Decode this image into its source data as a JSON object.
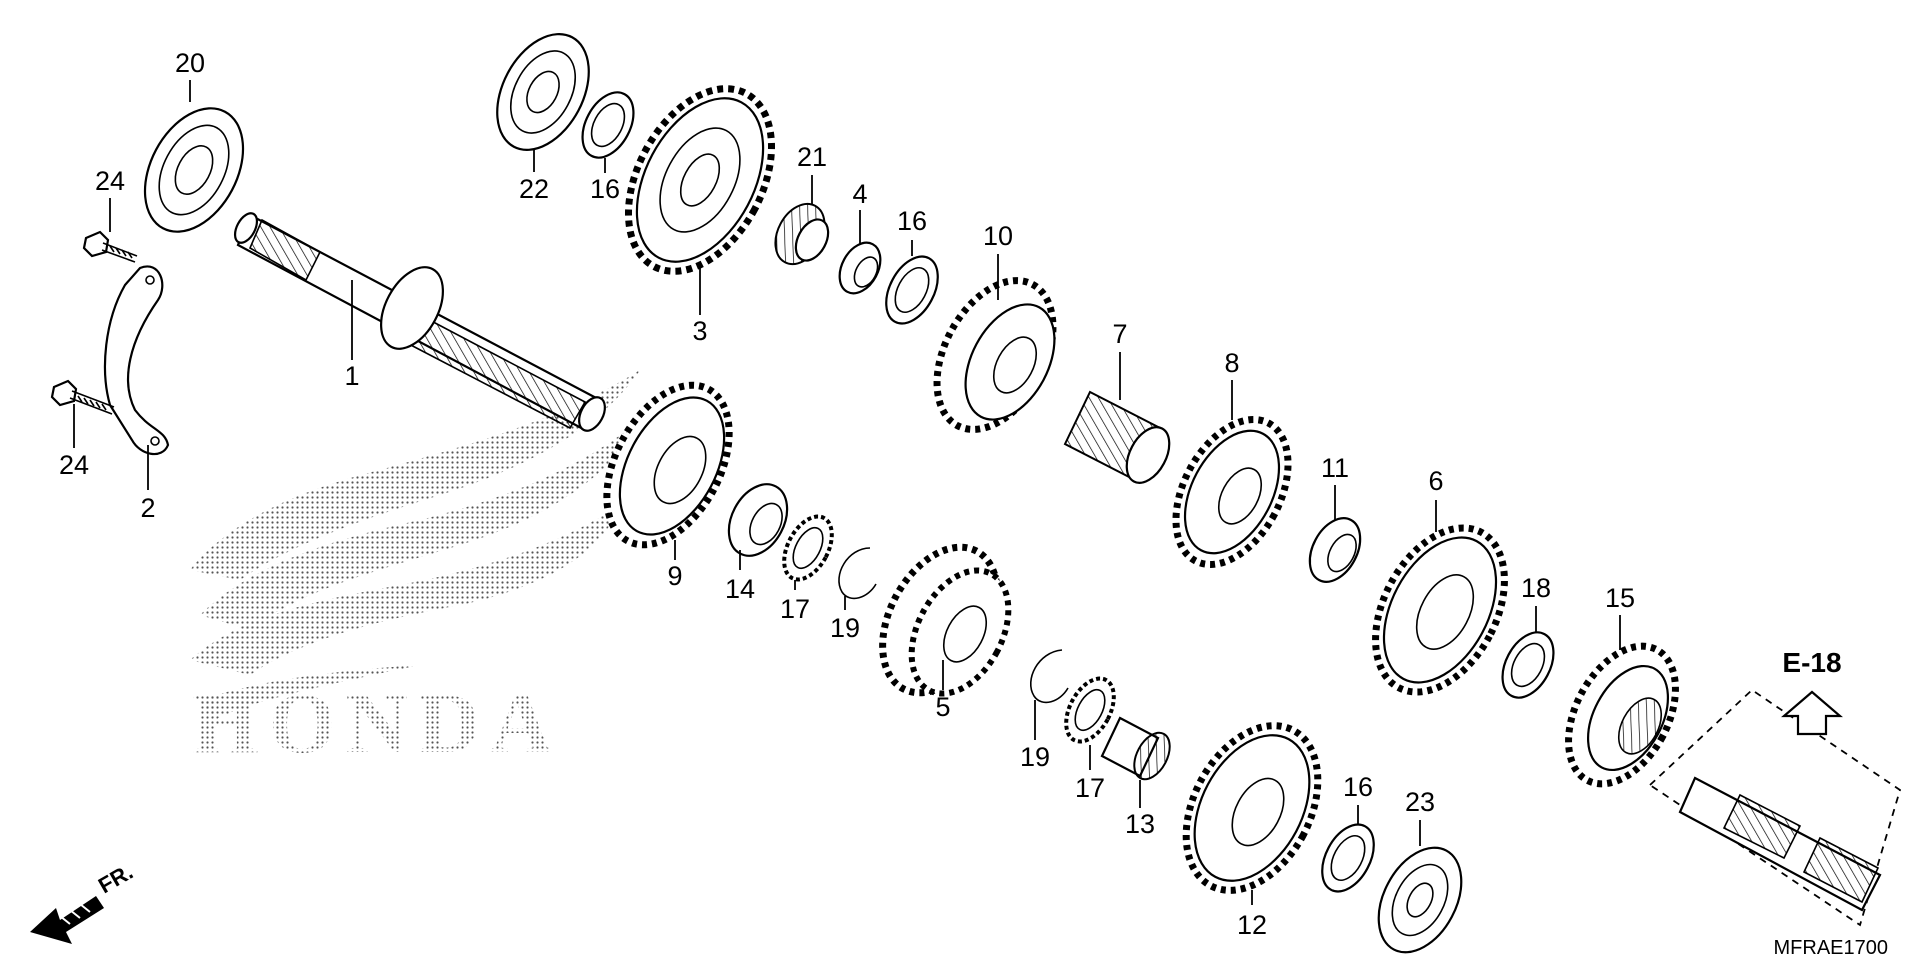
{
  "diagram": {
    "code": "MFRAE1700",
    "direction_label": "FR.",
    "reference": "E-18",
    "logo_text": "HONDA",
    "parts": [
      {
        "id": "p1",
        "label": "1"
      },
      {
        "id": "p2",
        "label": "2"
      },
      {
        "id": "p3",
        "label": "3"
      },
      {
        "id": "p4",
        "label": "4"
      },
      {
        "id": "p5",
        "label": "5"
      },
      {
        "id": "p6",
        "label": "6"
      },
      {
        "id": "p7",
        "label": "7"
      },
      {
        "id": "p8",
        "label": "8"
      },
      {
        "id": "p9",
        "label": "9"
      },
      {
        "id": "p10",
        "label": "10"
      },
      {
        "id": "p11",
        "label": "11"
      },
      {
        "id": "p12",
        "label": "12"
      },
      {
        "id": "p13",
        "label": "13"
      },
      {
        "id": "p14",
        "label": "14"
      },
      {
        "id": "p15",
        "label": "15"
      },
      {
        "id": "p16a",
        "label": "16"
      },
      {
        "id": "p16b",
        "label": "16"
      },
      {
        "id": "p16c",
        "label": "16"
      },
      {
        "id": "p17a",
        "label": "17"
      },
      {
        "id": "p17b",
        "label": "17"
      },
      {
        "id": "p18",
        "label": "18"
      },
      {
        "id": "p19a",
        "label": "19"
      },
      {
        "id": "p19b",
        "label": "19"
      },
      {
        "id": "p20",
        "label": "20"
      },
      {
        "id": "p21",
        "label": "21"
      },
      {
        "id": "p22",
        "label": "22"
      },
      {
        "id": "p23",
        "label": "23"
      },
      {
        "id": "p24a",
        "label": "24"
      },
      {
        "id": "p24b",
        "label": "24"
      }
    ]
  }
}
